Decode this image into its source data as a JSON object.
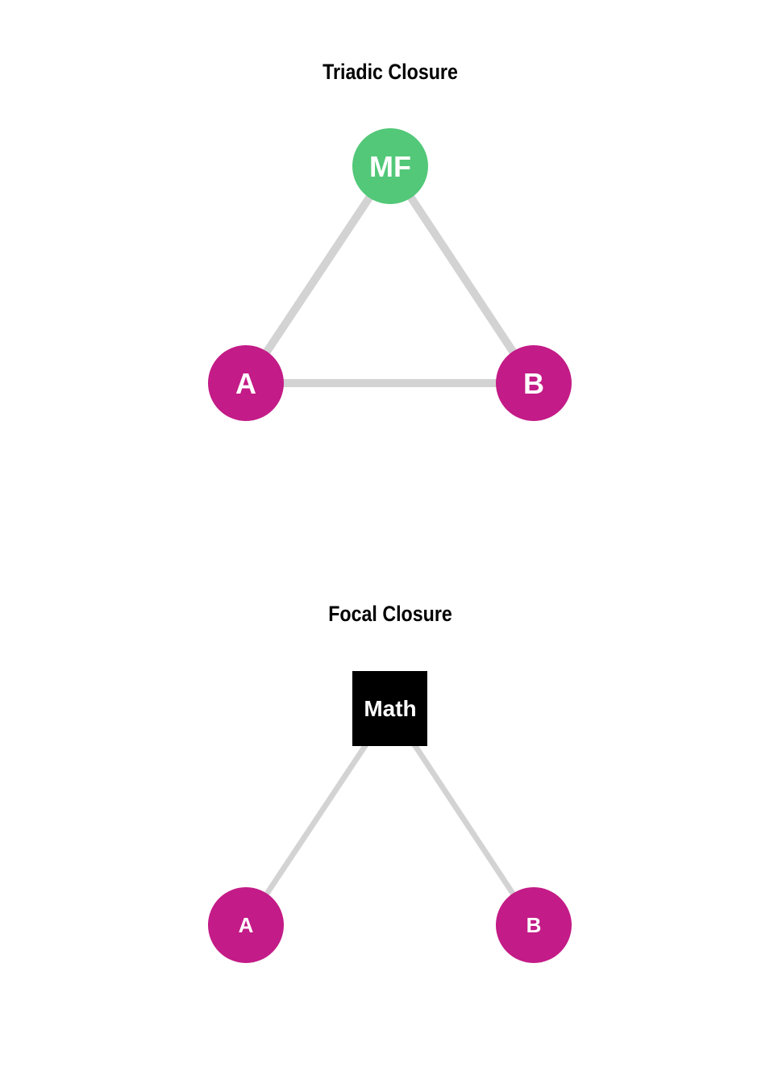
{
  "colors": {
    "person_node": "#c31b87",
    "friend_node": "#52c878",
    "focus_node": "#000000",
    "edge": "#d3d3d3",
    "label": "#ffffff"
  },
  "triadic": {
    "title": "Triadic Closure",
    "nodes": {
      "mf": "MF",
      "a": "A",
      "b": "B"
    },
    "edges": [
      [
        "MF",
        "A"
      ],
      [
        "MF",
        "B"
      ],
      [
        "A",
        "B"
      ]
    ]
  },
  "focal": {
    "title": "Focal Closure",
    "nodes": {
      "focus": "Math",
      "a": "A",
      "b": "B"
    },
    "edges": [
      [
        "Math",
        "A"
      ],
      [
        "Math",
        "B"
      ]
    ]
  }
}
